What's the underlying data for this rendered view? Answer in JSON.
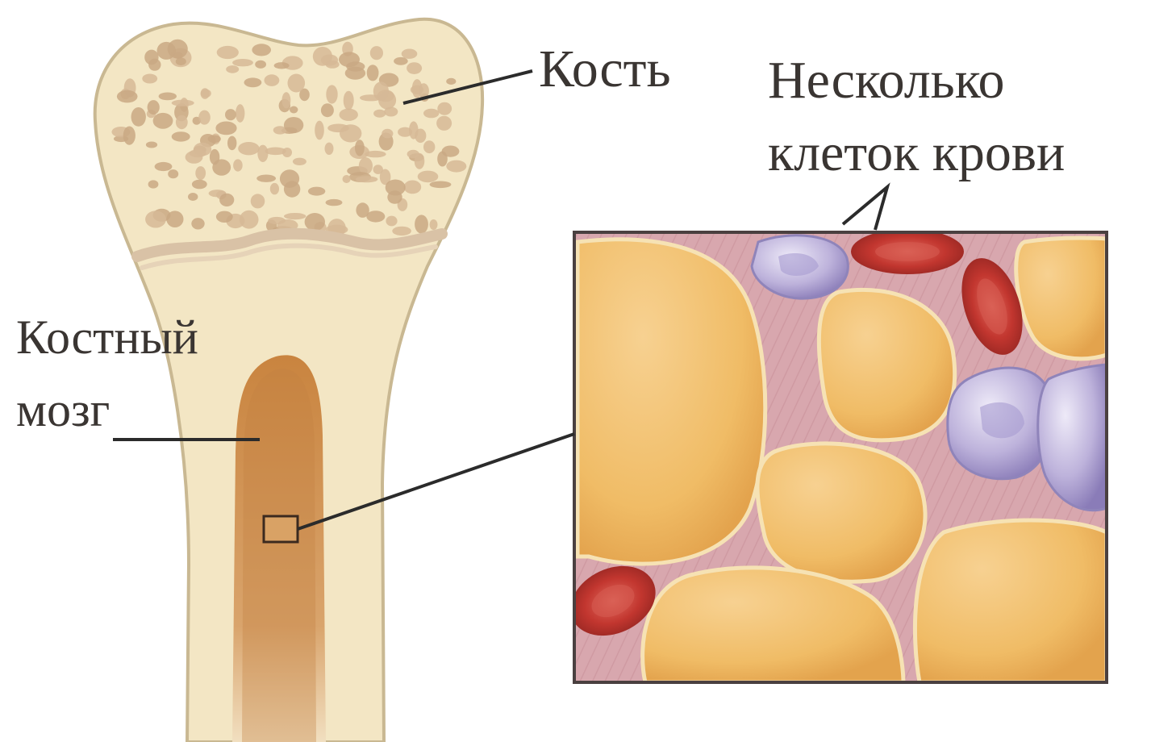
{
  "labels": {
    "bone": "Кость",
    "blood_line1": "Несколько",
    "blood_line2": "клеток крови",
    "marrow_line1": "Костный",
    "marrow_line2": "мозг"
  },
  "colors": {
    "bone_fill": "#f3e6c4",
    "bone_outline": "#c9b892",
    "spongy_pore": "#c9a884",
    "growth_plate": "#d9c2a6",
    "marrow_cavity": "#c98a48",
    "inset_background": "#d6a6ad",
    "fat_cell": "#f2c06a",
    "red_blood_cell": "#c33a35",
    "white_blood_cell": "#b9acd6",
    "leader_line": "#2b2b2b"
  }
}
